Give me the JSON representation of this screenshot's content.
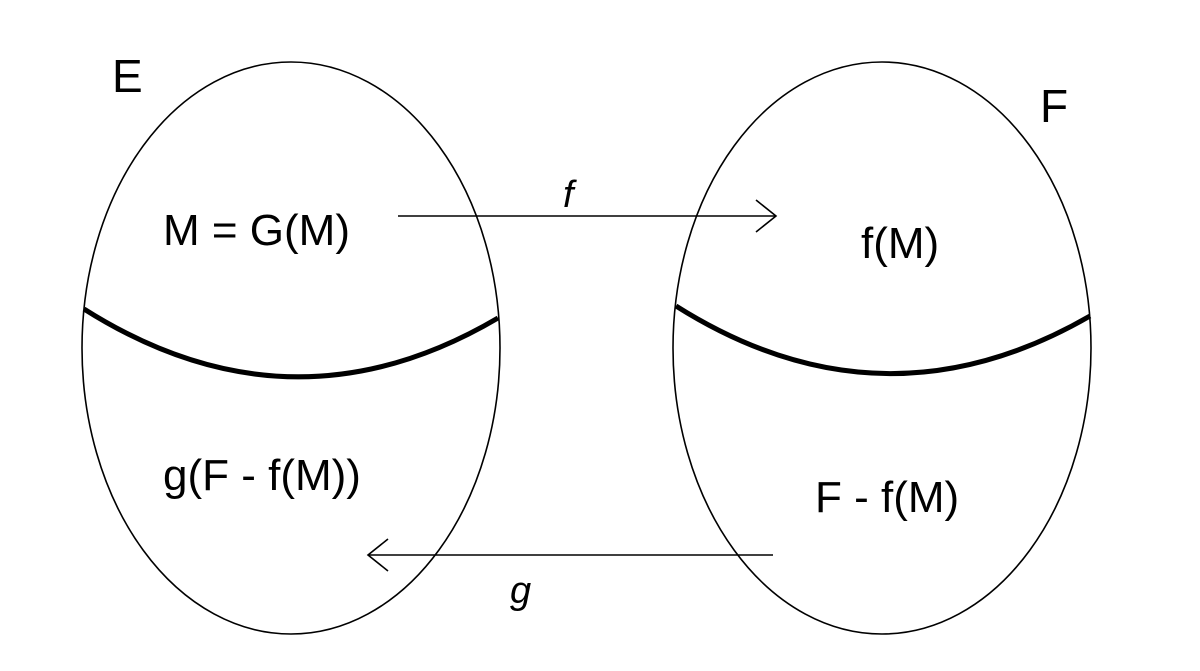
{
  "sets": {
    "left": {
      "name": "E",
      "top_region": "M = G(M)",
      "bottom_region": "g(F - f(M))"
    },
    "right": {
      "name": "F",
      "top_region": "f(M)",
      "bottom_region": "F - f(M)"
    }
  },
  "arrows": {
    "f": {
      "label": "f",
      "from": "M = G(M)",
      "to": "f(M)"
    },
    "g": {
      "label": "g",
      "from": "F - f(M)",
      "to": "g(F - f(M))"
    }
  },
  "colors": {
    "stroke": "#000000",
    "background": "#ffffff"
  }
}
